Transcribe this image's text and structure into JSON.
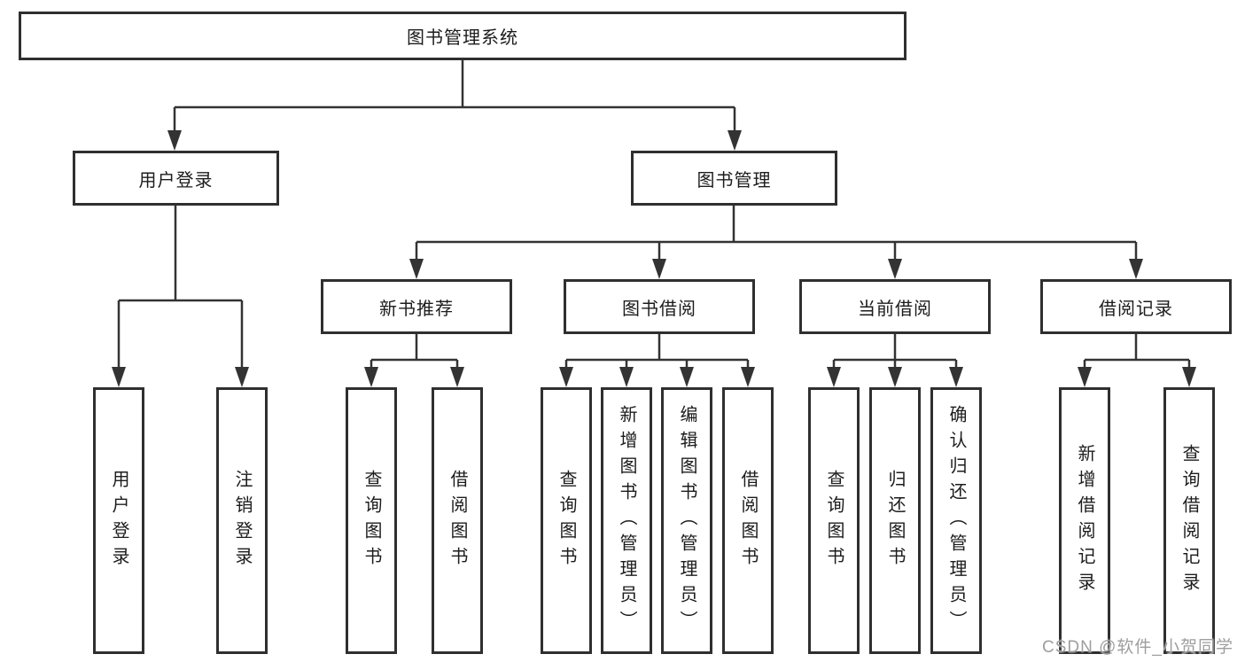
{
  "diagram": {
    "root": {
      "label": "图书管理系统"
    },
    "level2": [
      {
        "label": "用户登录"
      },
      {
        "label": "图书管理"
      }
    ],
    "level3": [
      {
        "label": "新书推荐"
      },
      {
        "label": "图书借阅"
      },
      {
        "label": "当前借阅"
      },
      {
        "label": "借阅记录"
      }
    ],
    "leaves": {
      "user_login": [
        "用户登录",
        "注销登录"
      ],
      "new_books": [
        "查询图书",
        "借阅图书"
      ],
      "book_borrow": [
        "查询图书",
        "新增图书（管理员）",
        "编辑图书（管理员）",
        "借阅图书"
      ],
      "current_borrow": [
        "查询图书",
        "归还图书",
        "确认归还（管理员）"
      ],
      "borrow_records": [
        "新增借阅记录",
        "查询借阅记录"
      ]
    }
  },
  "colors": {
    "line": "#333333",
    "box_border": "#2f2f2f",
    "text": "#1c1c1c",
    "watermark": "#9e9e9e"
  },
  "watermark": {
    "text": "CSDN @软件_小贺同学"
  }
}
